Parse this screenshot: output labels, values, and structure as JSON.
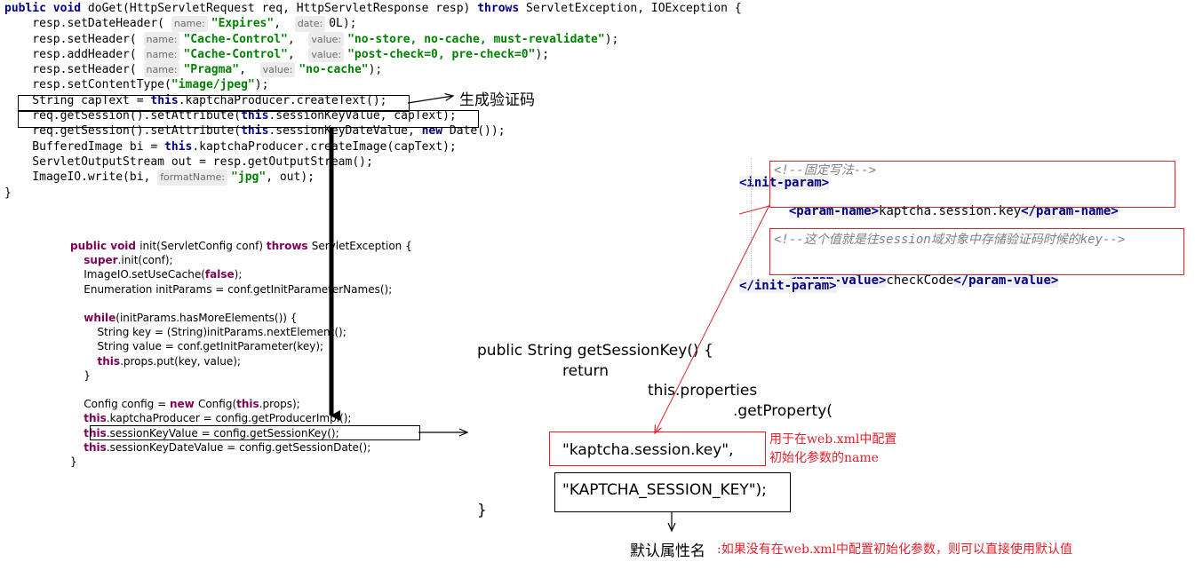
{
  "code1": {
    "lines": [
      {
        "parts": [
          [
            "kw",
            "public void "
          ],
          [
            "",
            "doGet(HttpServletRequest req, HttpServletResponse resp) "
          ],
          [
            "kw",
            "throws "
          ],
          [
            "",
            "ServletException, IOException {"
          ]
        ]
      },
      {
        "parts": [
          [
            "",
            "    resp.setDateHeader( "
          ],
          [
            "hint",
            "name:"
          ],
          [
            "str",
            "\"Expires\""
          ],
          [
            "",
            ",  "
          ],
          [
            "hint",
            "date:"
          ],
          [
            "",
            "0L);"
          ]
        ]
      },
      {
        "parts": [
          [
            "",
            "    resp.setHeader( "
          ],
          [
            "hint",
            "name:"
          ],
          [
            "str",
            "\"Cache-Control\""
          ],
          [
            "",
            ",  "
          ],
          [
            "hint",
            "value:"
          ],
          [
            "str",
            "\"no-store, no-cache, must-revalidate\""
          ],
          [
            "",
            ");"
          ]
        ]
      },
      {
        "parts": [
          [
            "",
            "    resp.addHeader( "
          ],
          [
            "hint",
            "name:"
          ],
          [
            "str",
            "\"Cache-Control\""
          ],
          [
            "",
            ",  "
          ],
          [
            "hint",
            "value:"
          ],
          [
            "str",
            "\"post-check=0, pre-check=0\""
          ],
          [
            "",
            ");"
          ]
        ]
      },
      {
        "parts": [
          [
            "",
            "    resp.setHeader( "
          ],
          [
            "hint",
            "name:"
          ],
          [
            "str",
            "\"Pragma\""
          ],
          [
            "",
            ",  "
          ],
          [
            "hint",
            "value:"
          ],
          [
            "str",
            "\"no-cache\""
          ],
          [
            "",
            ");"
          ]
        ]
      },
      {
        "parts": [
          [
            "",
            "    resp.setContentType("
          ],
          [
            "str",
            "\"image/jpeg\""
          ],
          [
            "",
            ");"
          ]
        ]
      },
      {
        "parts": [
          [
            "",
            "    String capText = "
          ],
          [
            "kw",
            "this"
          ],
          [
            "",
            ".kaptchaProducer.createText();"
          ]
        ]
      },
      {
        "parts": [
          [
            "",
            "    req.getSession().setAttribute("
          ],
          [
            "kw",
            "this"
          ],
          [
            "",
            ".sessionKeyValue, capText);"
          ]
        ]
      },
      {
        "parts": [
          [
            "",
            "    req.getSession().setAttribute("
          ],
          [
            "kw",
            "this"
          ],
          [
            "",
            ".sessionKeyDateValue, "
          ],
          [
            "kw",
            "new "
          ],
          [
            "",
            "Date());"
          ]
        ]
      },
      {
        "parts": [
          [
            "",
            "    BufferedImage bi = "
          ],
          [
            "kw",
            "this"
          ],
          [
            "",
            ".kaptchaProducer.createImage(capText);"
          ]
        ]
      },
      {
        "parts": [
          [
            "",
            "    ServletOutputStream out = resp.getOutputStream();"
          ]
        ]
      },
      {
        "parts": [
          [
            "",
            "    ImageIO.write(bi, "
          ],
          [
            "hint",
            "formatName:"
          ],
          [
            "str",
            "\"jpg\""
          ],
          [
            "",
            ", out);"
          ]
        ]
      },
      {
        "parts": [
          [
            "",
            "}"
          ]
        ]
      }
    ]
  },
  "code2": {
    "lines": [
      {
        "parts": [
          [
            "kw2",
            "public void "
          ],
          [
            "",
            "init(ServletConfig conf) "
          ],
          [
            "kw2",
            "throws "
          ],
          [
            "",
            "ServletException {"
          ]
        ]
      },
      {
        "parts": [
          [
            "",
            "    "
          ],
          [
            "kw2",
            "super"
          ],
          [
            "",
            ".init(conf);"
          ]
        ]
      },
      {
        "parts": [
          [
            "",
            "    ImageIO.setUseCache("
          ],
          [
            "kw2",
            "false"
          ],
          [
            "",
            ");"
          ]
        ]
      },
      {
        "parts": [
          [
            "",
            "    Enumeration initParams = conf.getInitParameterNames();"
          ]
        ]
      },
      {
        "parts": [
          [
            "",
            ""
          ]
        ]
      },
      {
        "parts": [
          [
            "",
            "    "
          ],
          [
            "kw2",
            "while"
          ],
          [
            "",
            "(initParams.hasMoreElements()) {"
          ]
        ]
      },
      {
        "parts": [
          [
            "",
            "        String key = (String)initParams.nextElement();"
          ]
        ]
      },
      {
        "parts": [
          [
            "",
            "        String value = conf.getInitParameter(key);"
          ]
        ]
      },
      {
        "parts": [
          [
            "",
            "        "
          ],
          [
            "kw2",
            "this"
          ],
          [
            "",
            ".props.put(key, value);"
          ]
        ]
      },
      {
        "parts": [
          [
            "",
            "    }"
          ]
        ]
      },
      {
        "parts": [
          [
            "",
            ""
          ]
        ]
      },
      {
        "parts": [
          [
            "",
            "    Config config = "
          ],
          [
            "kw2",
            "new "
          ],
          [
            "",
            "Config("
          ],
          [
            "kw2",
            "this"
          ],
          [
            "",
            ".props);"
          ]
        ]
      },
      {
        "parts": [
          [
            "",
            "    "
          ],
          [
            "kw2",
            "this"
          ],
          [
            "",
            ".kaptchaProducer = config.getProducerImpl();"
          ]
        ]
      },
      {
        "parts": [
          [
            "",
            "    "
          ],
          [
            "kw2",
            "this"
          ],
          [
            "",
            ".sessionKeyValue = config.getSessionKey();"
          ]
        ]
      },
      {
        "parts": [
          [
            "",
            "    "
          ],
          [
            "kw2",
            "this"
          ],
          [
            "",
            ".sessionKeyDateValue = config.getSessionDate();"
          ]
        ]
      },
      {
        "parts": [
          [
            "",
            "}"
          ]
        ]
      }
    ]
  },
  "xml": {
    "open_tag": "<init-param>",
    "comment1": "<!--固定写法-->",
    "pname_open": "<param-name>",
    "pname_value": "kaptcha.session.key",
    "pname_close": "</param-name>",
    "comment2": "<!--这个值就是往session域对象中存储验证码时候的key-->",
    "pvalue_open": "<param-value>",
    "pvalue_value": "checkCode",
    "pvalue_close": "</param-value>",
    "close_tag": "</init-param>"
  },
  "labels": {
    "generate_captcha": "生成验证码",
    "xml_config_note_1": "用于在web.xml中配置",
    "xml_config_note_2": "初始化参数的name",
    "default_attr_name": "默认属性名",
    "default_note": ":如果没有在web.xml中配置初始化参数，则可以直接使用默认值"
  },
  "getter": {
    "line1": "public String getSessionKey() {",
    "line2": "return",
    "line3": "this.properties",
    "line4": ".getProperty(",
    "arg1": "\"kaptcha.session.key\",",
    "arg2": "\"KAPTCHA_SESSION_KEY\");",
    "close": "}"
  },
  "colors": {
    "annotation_red": "#e0202a",
    "keyword_blue": "#000080",
    "string_green": "#008000"
  }
}
